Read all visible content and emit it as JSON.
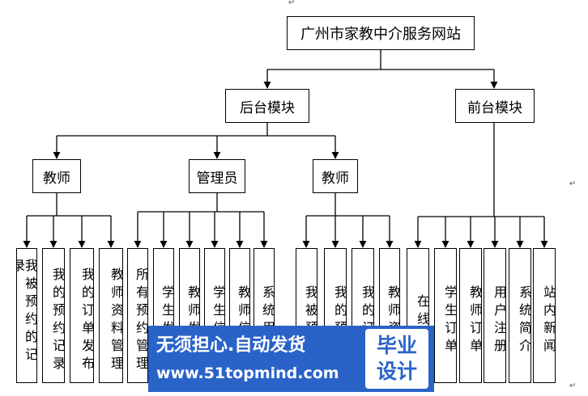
{
  "root": {
    "label": "广州市家教中介服务网站"
  },
  "level1": [
    {
      "label": "后台模块"
    },
    {
      "label": "前台模块"
    }
  ],
  "level2": [
    {
      "label": "教师"
    },
    {
      "label": "管理员"
    },
    {
      "label": "教师"
    }
  ],
  "leaves": {
    "teacher_a": [
      "我被预约的记录",
      "我的预约记录",
      "我的订单发布",
      "教师资料管理"
    ],
    "admin": [
      "所有预约管理",
      "学生发布",
      "教师发布",
      "学生信息",
      "教师信息",
      "系统用户"
    ],
    "teacher_b": [
      "我被预约",
      "我的预约",
      "我的订单",
      "教师资料"
    ],
    "front": [
      "在线预",
      "学生订单",
      "教师订单",
      "用户注册",
      "系统简介",
      "站内新闻"
    ]
  },
  "watermark": {
    "slogan": "无须担心.自动发货",
    "url": "www.51topmind.com",
    "badge_line1": "毕业",
    "badge_line2": "设计"
  },
  "marks": {
    "return_glyph": "↵"
  },
  "colors": {
    "line": "#000000",
    "watermark_bg": "#2a63c8",
    "watermark_text": "#ffffff"
  }
}
